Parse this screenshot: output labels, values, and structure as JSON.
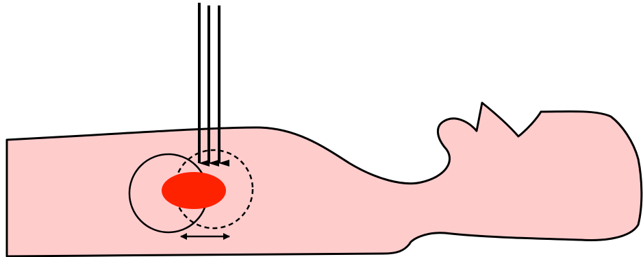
{
  "colors": {
    "background": "#ffffff",
    "body_fill": "#ffcccc",
    "outline": "#000000",
    "tumor": "#ff2200"
  },
  "icons": {
    "beam": "down-arrow-beams",
    "motion": "double-headed-arrow"
  },
  "diagram": {
    "beam_count": 3,
    "circle_styles": [
      "solid",
      "dashed"
    ]
  }
}
